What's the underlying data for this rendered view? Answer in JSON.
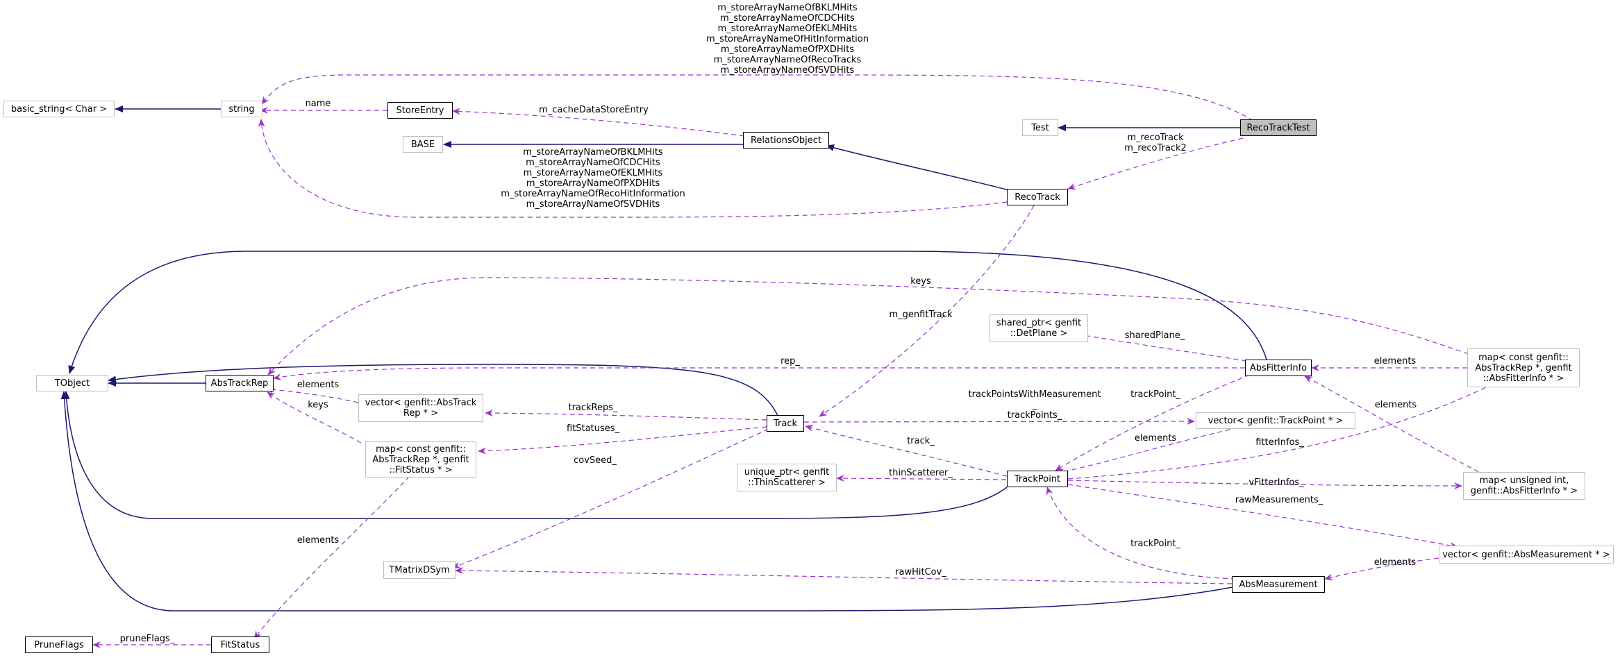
{
  "nodes": {
    "basic_string": {
      "lines": [
        "basic_string< Char >"
      ],
      "kind": "ext"
    },
    "string": {
      "lines": [
        "string"
      ],
      "kind": "ext"
    },
    "store_entry": {
      "lines": [
        "StoreEntry"
      ],
      "kind": "doc"
    },
    "base": {
      "lines": [
        "BASE"
      ],
      "kind": "ext"
    },
    "relations_object": {
      "lines": [
        "RelationsObject"
      ],
      "kind": "doc"
    },
    "test": {
      "lines": [
        "Test"
      ],
      "kind": "ext"
    },
    "reco_track_test": {
      "lines": [
        "RecoTrackTest"
      ],
      "kind": "focus"
    },
    "reco_track": {
      "lines": [
        "RecoTrack"
      ],
      "kind": "doc"
    },
    "tobject": {
      "lines": [
        "TObject"
      ],
      "kind": "ext"
    },
    "abs_track_rep": {
      "lines": [
        "AbsTrackRep"
      ],
      "kind": "doc"
    },
    "vector_abs_track_rep": {
      "lines": [
        "vector< genfit::AbsTrack",
        "Rep * >"
      ],
      "kind": "ext"
    },
    "map_fit_status": {
      "lines": [
        "map< const genfit::",
        "AbsTrackRep *, genfit",
        "::FitStatus * >"
      ],
      "kind": "ext"
    },
    "shared_ptr_detplane": {
      "lines": [
        "shared_ptr< genfit",
        "::DetPlane >"
      ],
      "kind": "ext"
    },
    "track": {
      "lines": [
        "Track"
      ],
      "kind": "doc"
    },
    "abs_fitter_info": {
      "lines": [
        "AbsFitterInfo"
      ],
      "kind": "doc"
    },
    "map_abs_fitter_info": {
      "lines": [
        "map< const genfit::",
        "AbsTrackRep *, genfit",
        "::AbsFitterInfo * >"
      ],
      "kind": "ext"
    },
    "vector_track_point": {
      "lines": [
        "vector< genfit::TrackPoint * >"
      ],
      "kind": "ext"
    },
    "unique_ptr_thin": {
      "lines": [
        "unique_ptr< genfit",
        "::ThinScatterer >"
      ],
      "kind": "ext"
    },
    "track_point": {
      "lines": [
        "TrackPoint"
      ],
      "kind": "doc"
    },
    "map_unsigned": {
      "lines": [
        "map< unsigned int,",
        " genfit::AbsFitterInfo * >"
      ],
      "kind": "ext"
    },
    "tmatrix": {
      "lines": [
        "TMatrixDSym"
      ],
      "kind": "ext"
    },
    "vector_abs_meas": {
      "lines": [
        "vector< genfit::AbsMeasurement * >"
      ],
      "kind": "ext"
    },
    "abs_measurement": {
      "lines": [
        "AbsMeasurement"
      ],
      "kind": "doc"
    },
    "prune_flags": {
      "lines": [
        "PruneFlags"
      ],
      "kind": "doc"
    },
    "fit_status": {
      "lines": [
        "FitStatus"
      ],
      "kind": "doc"
    }
  },
  "edge_labels": {
    "recotracktest_string": [
      "m_storeArrayNameOfBKLMHits",
      "m_storeArrayNameOfCDCHits",
      "m_storeArrayNameOfEKLMHits",
      "m_storeArrayNameOfHitInformation",
      "m_storeArrayNameOfPXDHits",
      "m_storeArrayNameOfRecoTracks",
      "m_storeArrayNameOfSVDHits"
    ],
    "storeentry_string": [
      "name"
    ],
    "relationsobject_storeentry": [
      "m_cacheDataStoreEntry"
    ],
    "recotracktest_recotrack": [
      "m_recoTrack",
      "m_recoTrack2"
    ],
    "recotrack_string": [
      "m_storeArrayNameOfBKLMHits",
      "m_storeArrayNameOfCDCHits",
      "m_storeArrayNameOfEKLMHits",
      "m_storeArrayNameOfPXDHits",
      "m_storeArrayNameOfRecoHitInformation",
      "m_storeArrayNameOfSVDHits"
    ],
    "map_abs_fitter_info_keys": [
      "keys"
    ],
    "recotrack_track": [
      "m_genfitTrack"
    ],
    "fitterinfo_sharedplane": [
      "sharedPlane_"
    ],
    "fitterinfo_rep": [
      "rep_"
    ],
    "map_fitterinfo_elements": [
      "elements"
    ],
    "vector_rep_elements": [
      "elements"
    ],
    "map_fitstatus_keys": [
      "keys"
    ],
    "track_trackreps": [
      "trackReps_"
    ],
    "track_fitstatuses": [
      "fitStatuses_"
    ],
    "track_trackpoints": [
      "trackPointsWithMeasurement",
      "_",
      "trackPoints_"
    ],
    "fitterinfo_trackpoint": [
      "trackPoint_"
    ],
    "map_unsigned_elements": [
      "elements"
    ],
    "vector_tp_elements": [
      "elements"
    ],
    "trackpoint_track": [
      "track_"
    ],
    "track_covseed": [
      "covSeed_"
    ],
    "trackpoint_fitterinfos": [
      "fitterInfos_"
    ],
    "trackpoint_thin": [
      "thinScatterer_"
    ],
    "trackpoint_vfitterinfos": [
      "vFitterInfos_"
    ],
    "trackpoint_rawmeas": [
      "rawMeasurements_"
    ],
    "map_fitstatus_elements": [
      "elements"
    ],
    "measurement_trackpoint": [
      "trackPoint_"
    ],
    "measurement_rawhitcov": [
      "rawHitCov_"
    ],
    "vector_meas_elements": [
      "elements"
    ],
    "fitstatus_pruneflags": [
      "pruneFlags_"
    ]
  },
  "colors": {
    "inheritance": "#191970",
    "usage": "#9a32cd",
    "ext_border": "#bfbfbf",
    "focus_fill": "#bfbfbf"
  }
}
